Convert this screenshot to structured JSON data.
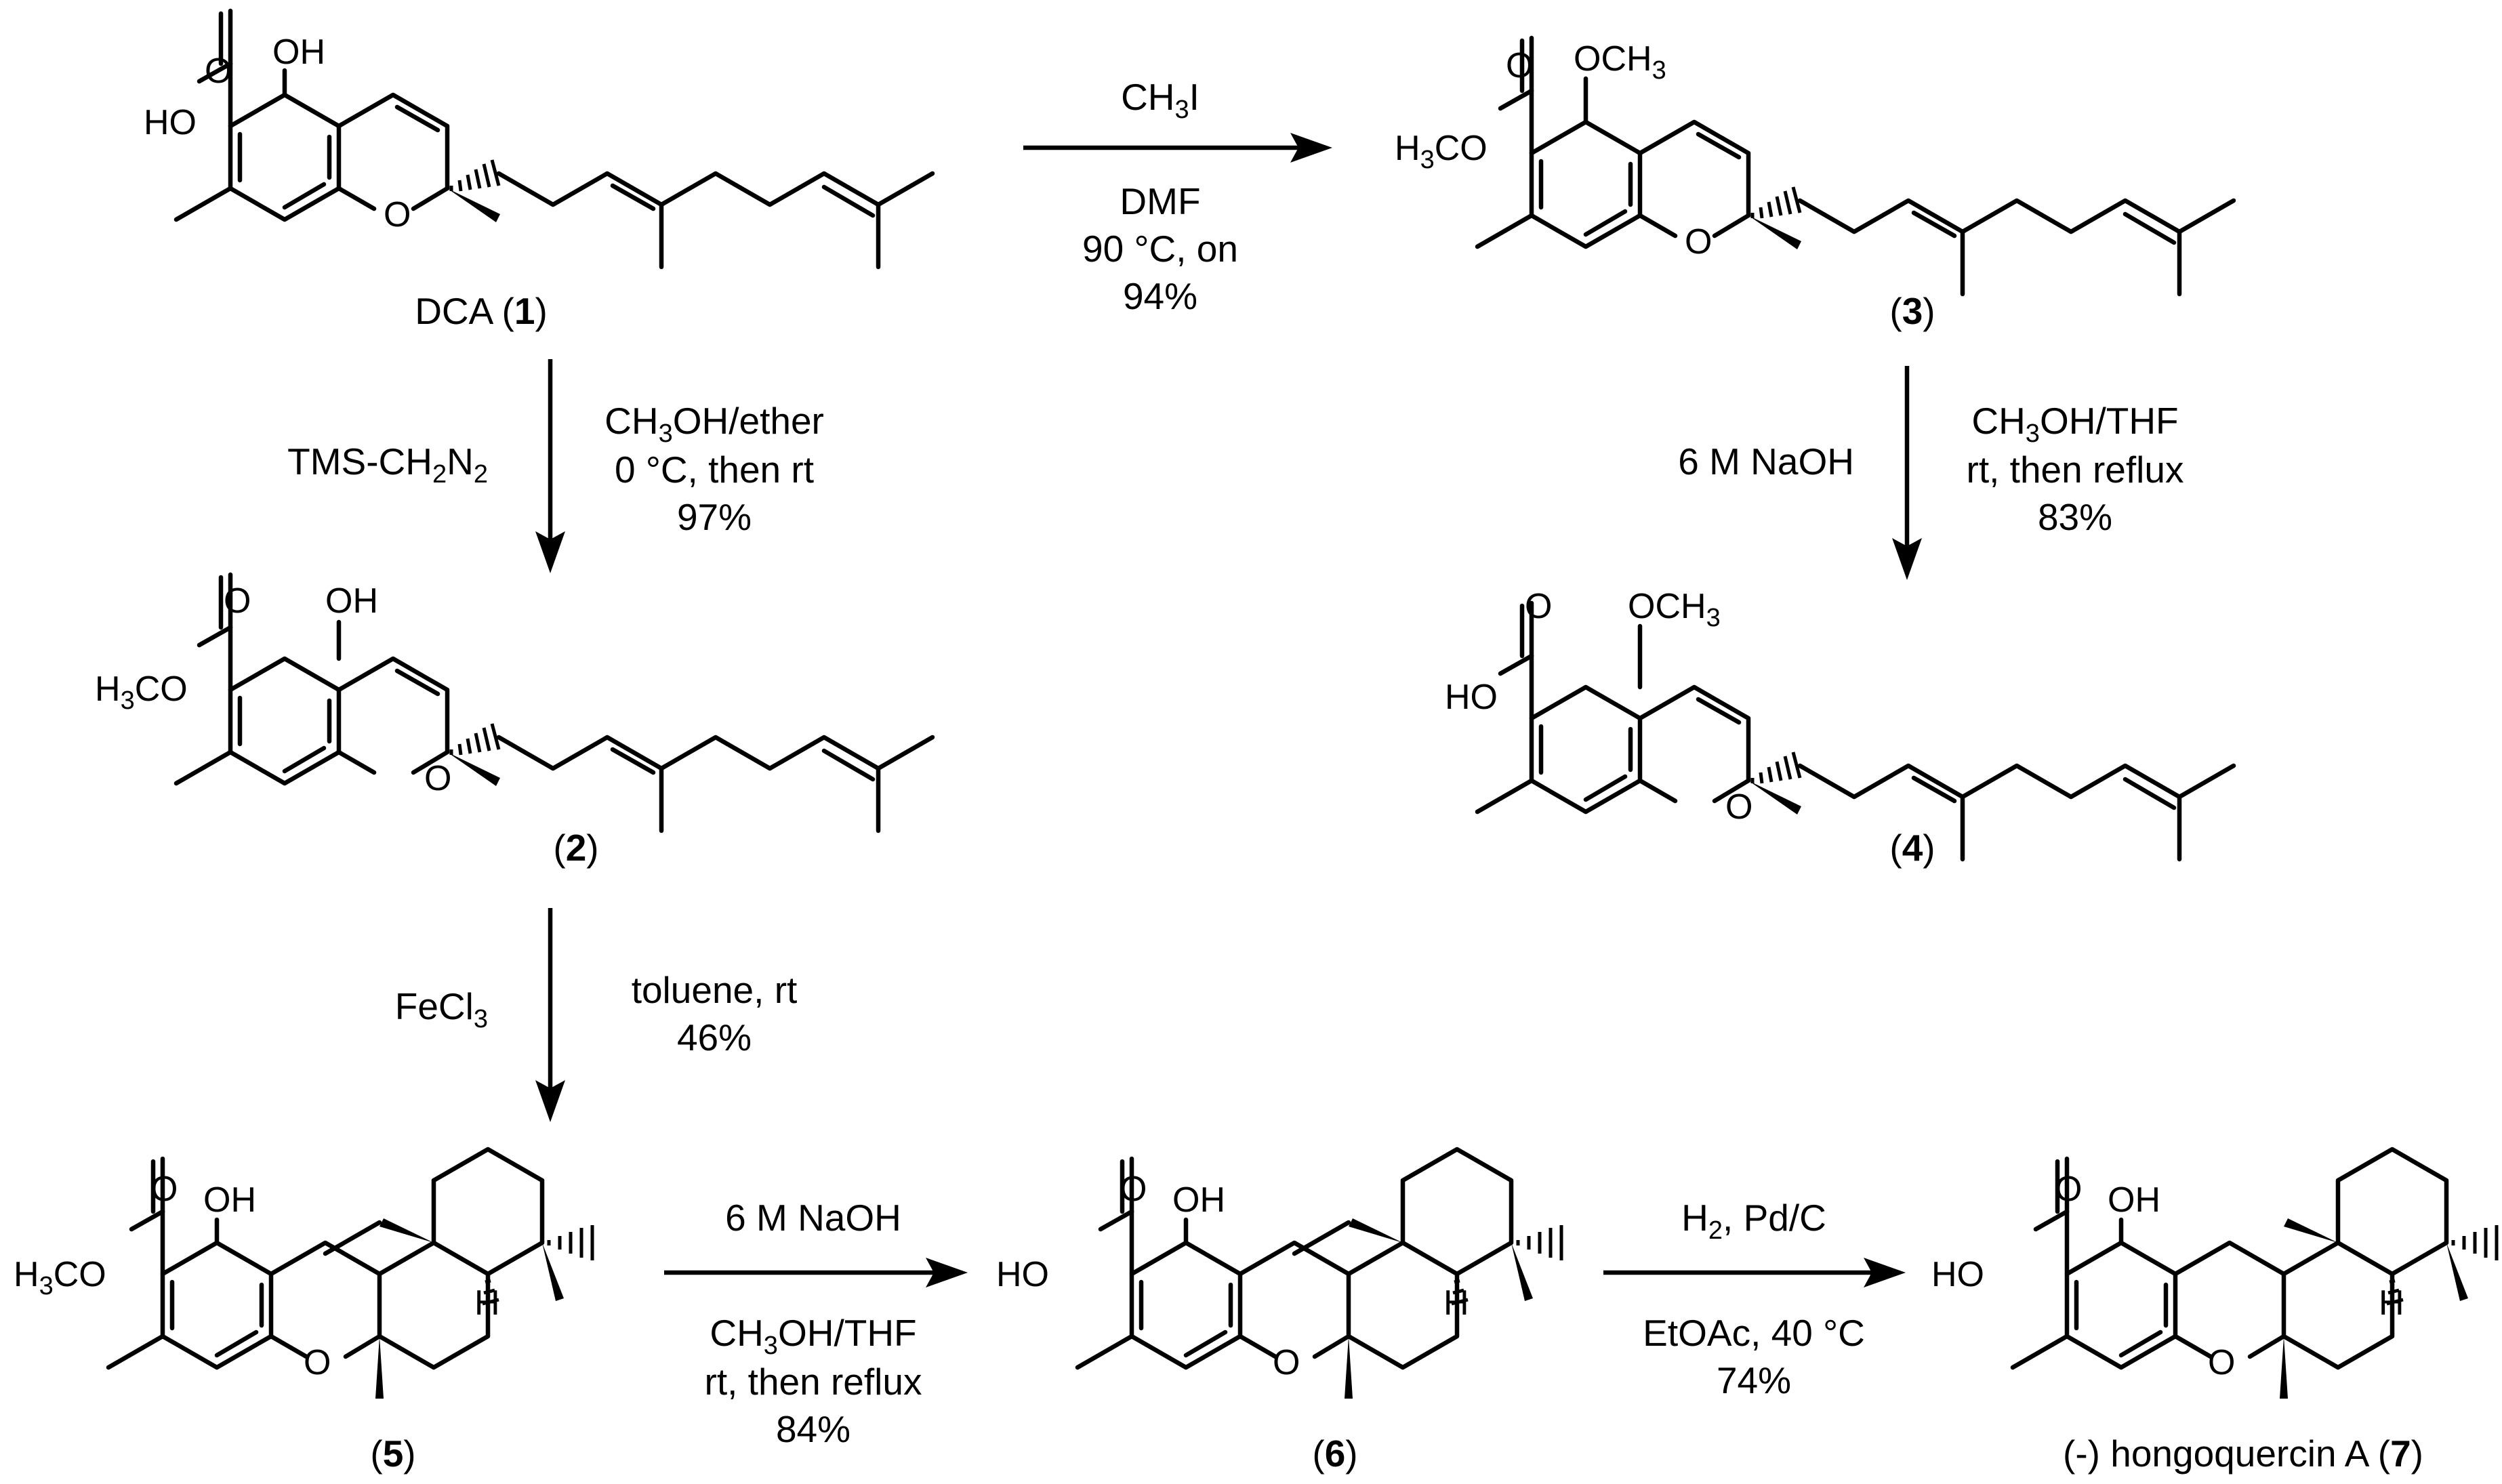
{
  "compounds": {
    "c1": {
      "pre": "DCA (",
      "num": "1",
      "post": ")"
    },
    "c2": {
      "pre": "(",
      "num": "2",
      "post": ")"
    },
    "c3": {
      "pre": "(",
      "num": "3",
      "post": ")"
    },
    "c4": {
      "pre": "(",
      "num": "4",
      "post": ")"
    },
    "c5": {
      "pre": "(",
      "num": "5",
      "post": ")"
    },
    "c6": {
      "pre": "(",
      "num": "6",
      "post": ")"
    },
    "c7": {
      "pre": "(-) hongoquercin A (",
      "num": "7",
      "post": ")"
    }
  },
  "atoms": {
    "oh": "OH",
    "o": "O",
    "h": "H",
    "ho": "HO",
    "och3_o": "OCH",
    "och3_3": "3",
    "h3co_h": "H",
    "h3co_3": "3",
    "h3co_co": "CO"
  },
  "reactions": {
    "r1": {
      "above_main": "CH",
      "above_sub": "3",
      "above_tail": "I",
      "below1": "DMF",
      "below2": "90 °C, on",
      "below3": "94%"
    },
    "r2": {
      "left_main": "TMS-CH",
      "left_sub1": "2",
      "left_mid": "N",
      "left_sub2": "2",
      "right1_main": "CH",
      "right1_sub": "3",
      "right1_tail": "OH/ether",
      "right2": "0 °C, then rt",
      "right3": "97%"
    },
    "r3": {
      "left": "6 M NaOH",
      "right1_main": "CH",
      "right1_sub": "3",
      "right1_tail": "OH/THF",
      "right2": "rt, then reflux",
      "right3": "83%"
    },
    "r4": {
      "left_main": "FeCl",
      "left_sub": "3",
      "right1": "toluene, rt",
      "right2": "46%"
    },
    "r5": {
      "above": "6 M NaOH",
      "below1_main": "CH",
      "below1_sub": "3",
      "below1_tail": "OH/THF",
      "below2": "rt, then reflux",
      "below3": "84%"
    },
    "r6": {
      "above_main": "H",
      "above_sub": "2",
      "above_tail": ", Pd/C",
      "below1": "EtOAc, 40 °C",
      "below2": "74%"
    }
  }
}
